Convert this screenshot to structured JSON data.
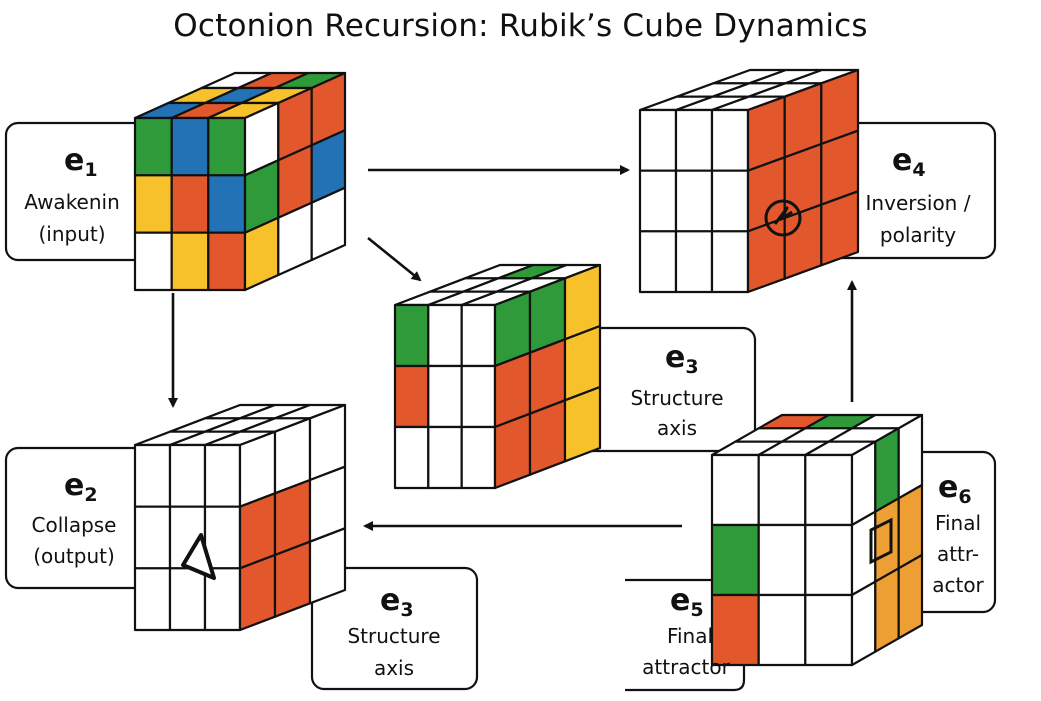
{
  "title": "Octonion Recursion: Rubik’s Cube Dynamics",
  "colors": {
    "white": "#ffffff",
    "green": "#2e9a3a",
    "blue": "#2372b6",
    "yellow": "#f7c12c",
    "red": "#e2572b",
    "orange": "#ee9f33",
    "outline": "#111111"
  },
  "nodes": {
    "e1": {
      "symbol": "e",
      "index": "1",
      "line1": "Awakenin",
      "line2": "(input)"
    },
    "e2": {
      "symbol": "e",
      "index": "2",
      "line1": "Collapse",
      "line2": "(output)"
    },
    "e3a": {
      "symbol": "e",
      "index": "3",
      "line1": "Structure",
      "line2": "axis"
    },
    "e3b": {
      "symbol": "e",
      "index": "3",
      "line1": "Structure",
      "line2": "axis"
    },
    "e4": {
      "symbol": "e",
      "index": "4",
      "line1": "Inversion /",
      "line2": "polarity"
    },
    "e5": {
      "symbol": "e",
      "index": "5",
      "line1": "Final",
      "line2": "attractor"
    },
    "e6": {
      "symbol": "e",
      "index": "6",
      "line1": "Final",
      "line2": "attr-",
      "line3": "actor"
    }
  },
  "cubes": {
    "e1": {
      "top": [
        "white",
        "red",
        "green",
        "yellow",
        "blue",
        "yellow",
        "blue",
        "red",
        "yellow"
      ],
      "front": [
        "green",
        "blue",
        "green",
        "yellow",
        "red",
        "blue",
        "white",
        "yellow",
        "red"
      ],
      "right": [
        "white",
        "red",
        "red",
        "green",
        "red",
        "blue",
        "yellow",
        "white",
        "white"
      ]
    },
    "e2": {
      "top": [
        "white",
        "white",
        "white",
        "white",
        "white",
        "white",
        "white",
        "white",
        "white"
      ],
      "front": [
        "white",
        "white",
        "white",
        "white",
        "white",
        "white",
        "white",
        "white",
        "white"
      ],
      "right": [
        "white",
        "white",
        "white",
        "red",
        "red",
        "white",
        "red",
        "red",
        "white"
      ],
      "front_symbol": "triangle-icon"
    },
    "e3": {
      "top": [
        "white",
        "green",
        "white",
        "white",
        "white",
        "white",
        "white",
        "white",
        "white"
      ],
      "front": [
        "green",
        "white",
        "white",
        "red",
        "white",
        "white",
        "white",
        "white",
        "white"
      ],
      "right": [
        "green",
        "green",
        "yellow",
        "red",
        "red",
        "yellow",
        "red",
        "red",
        "yellow"
      ]
    },
    "e4": {
      "top": [
        "white",
        "white",
        "white",
        "white",
        "white",
        "white",
        "white",
        "white",
        "white"
      ],
      "front": [
        "white",
        "white",
        "white",
        "white",
        "white",
        "white",
        "white",
        "white",
        "white"
      ],
      "right": [
        "red",
        "red",
        "red",
        "red",
        "red",
        "red",
        "red",
        "red",
        "red"
      ],
      "right_symbol": "spiral-icon"
    },
    "e6": {
      "top": [
        "red",
        "green",
        "white",
        "white",
        "white",
        "white",
        "white",
        "white",
        "white"
      ],
      "front": [
        "white",
        "white",
        "white",
        "green",
        "white",
        "white",
        "red",
        "white",
        "white"
      ],
      "right": [
        "white",
        "green",
        "white",
        "white",
        "orange",
        "orange",
        "white",
        "orange",
        "orange"
      ],
      "right_symbol": "square-icon"
    }
  }
}
